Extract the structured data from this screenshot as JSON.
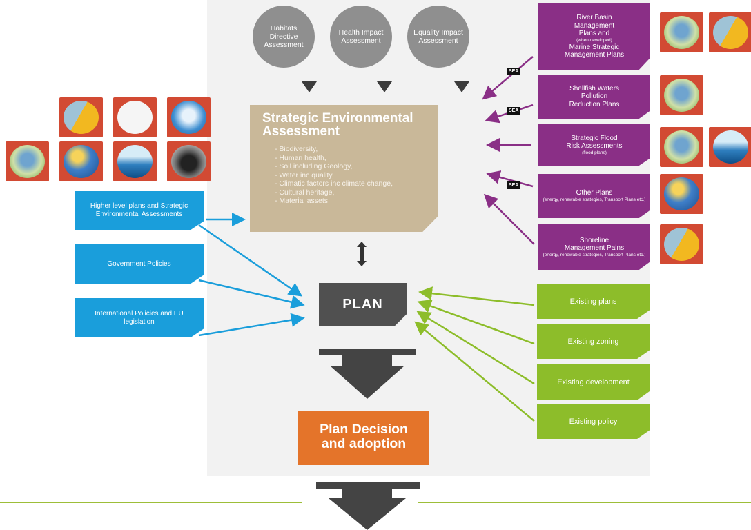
{
  "assessments": [
    {
      "id": "habitats",
      "label": "Habitats Directive Assessment"
    },
    {
      "id": "health",
      "label": "Health Impact Assessment"
    },
    {
      "id": "equality",
      "label": "Equality Impact Assessment"
    }
  ],
  "sea": {
    "title_line1": "Strategic Environmental",
    "title_line2": "Assessment",
    "items": [
      "Biodiversity,",
      "Human health,",
      "Soil including Geology,",
      "Water inc quality,",
      "Climatic factors inc climate change,",
      "Cultural heritage,",
      "Material assets"
    ]
  },
  "right_plans": [
    {
      "id": "river-basin",
      "lines": [
        "River Basin",
        "Management",
        "Plans and"
      ],
      "small": "(when developed)",
      "lines2": [
        "Marine Strategic",
        "Management Plans"
      ],
      "sea_tag": "SEA"
    },
    {
      "id": "shellfish",
      "lines": [
        "Shellfish Waters",
        "Pollution",
        "Reduction Plans"
      ],
      "small": "",
      "lines2": [],
      "sea_tag": "SEA"
    },
    {
      "id": "flood",
      "lines": [
        "Strategic Flood",
        "Risk Assessments"
      ],
      "small": "(flood plans)",
      "lines2": [],
      "sea_tag": ""
    },
    {
      "id": "other",
      "lines": [
        "Other Plans"
      ],
      "small": "(energy, renewable strategies, Transport Plans etc.)",
      "lines2": [],
      "sea_tag": "SEA"
    },
    {
      "id": "shoreline",
      "lines": [
        "Shoreline",
        "Management Palns"
      ],
      "small": "(energy, renewable strategies, Transport Plans etc.)",
      "lines2": [],
      "sea_tag": ""
    }
  ],
  "left_inputs": [
    {
      "id": "higher-level",
      "label": "Higher level plans and Strategic Environmental Assessments"
    },
    {
      "id": "gov-policies",
      "label": "Government Policies"
    },
    {
      "id": "intl-policies",
      "label": "International Policies and EU legislation"
    }
  ],
  "existing": [
    {
      "id": "plans",
      "label": "Existing plans"
    },
    {
      "id": "zoning",
      "label": "Existing zoning"
    },
    {
      "id": "development",
      "label": "Existing development"
    },
    {
      "id": "policy",
      "label": "Existing policy"
    }
  ],
  "plan_label": "PLAN",
  "decision": {
    "line1": "Plan Decision",
    "line2": "and adoption"
  },
  "icons": {
    "left_row1": [
      "coast-icon",
      "air-house-icon",
      "water-splash-icon"
    ],
    "left_row2": [
      "water-drop-icon",
      "climate-icon",
      "sea-wave-icon",
      "storm-wave-icon"
    ],
    "right": [
      "water-drop-icon",
      "coast-icon",
      "water-drop-icon",
      "water-drop-icon",
      "sea-wave-icon",
      "climate-icon",
      "coast-icon"
    ]
  },
  "colors": {
    "purple": "#8a2f86",
    "blue": "#1a9edb",
    "green": "#8dbd2a",
    "orange": "#e4742a",
    "grey": "#505050",
    "tan": "#c9b899"
  }
}
